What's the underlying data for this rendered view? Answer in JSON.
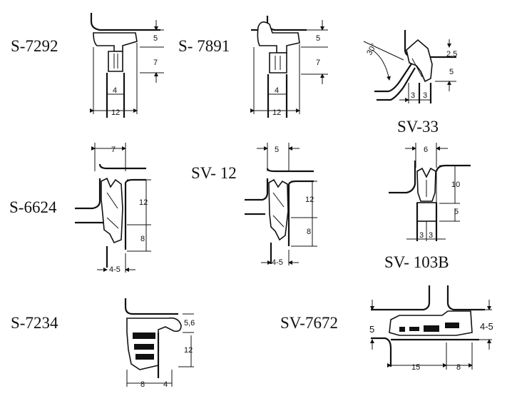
{
  "profiles": [
    {
      "code": "S-7292",
      "dims": [
        "5",
        "7",
        "4",
        "12"
      ]
    },
    {
      "code": "S- 7891",
      "dims": [
        "5",
        "7",
        "4",
        "12"
      ]
    },
    {
      "code": "SV-33",
      "dims": [
        "30°",
        "2,5",
        "5",
        "3",
        "3"
      ]
    },
    {
      "code": "S-6624",
      "dims": [
        "7",
        "12",
        "8",
        "4-5"
      ]
    },
    {
      "code": "SV- 12",
      "dims": [
        "5",
        "12",
        "8",
        "4-5"
      ]
    },
    {
      "code": "SV- 103B",
      "dims": [
        "6",
        "10",
        "5",
        "3",
        "3"
      ]
    },
    {
      "code": "S-7234",
      "dims": [
        "5,6",
        "12",
        "8",
        "4"
      ]
    },
    {
      "code": "SV-7672",
      "dims": [
        "5",
        "4-5",
        "15",
        "8"
      ]
    }
  ],
  "colors": {
    "ink": "#111111",
    "background": "#ffffff"
  }
}
